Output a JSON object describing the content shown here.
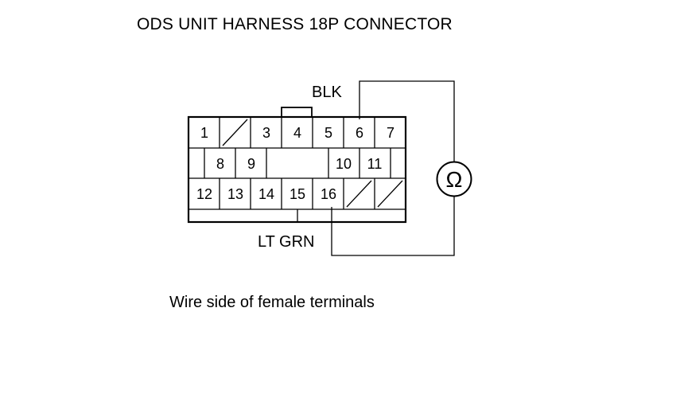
{
  "title": "ODS UNIT HARNESS 18P CONNECTOR",
  "caption": "Wire side of female terminals",
  "wires": {
    "top_label": "BLK",
    "bottom_label": "LT GRN"
  },
  "meter": {
    "symbol": "Ω"
  },
  "pins": {
    "p1": "1",
    "p3": "3",
    "p4": "4",
    "p5": "5",
    "p6": "6",
    "p7": "7",
    "p8": "8",
    "p9": "9",
    "p10": "10",
    "p11": "11",
    "p12": "12",
    "p13": "13",
    "p14": "14",
    "p15": "15",
    "p16": "16"
  }
}
